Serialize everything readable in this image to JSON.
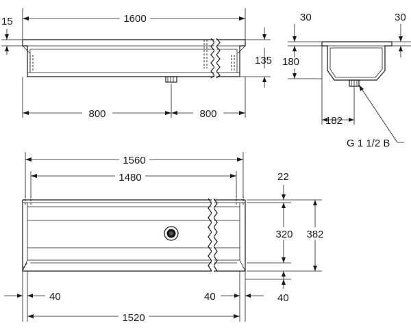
{
  "front_view": {
    "width_overall": "1600",
    "rim_thickness": "15",
    "depth": "135",
    "left_half": "800",
    "right_half": "800"
  },
  "side_view": {
    "rim_left": "30",
    "rim_right": "30",
    "height": "180",
    "drain_offset": "182",
    "drain_label": "G 1 1/2 B"
  },
  "plan_view": {
    "width_outer": "1560",
    "width_inner": "1480",
    "width_base": "1520",
    "margin_left": "40",
    "margin_right": "40",
    "rim_back": "22",
    "inner_depth": "320",
    "overall_depth": "382",
    "rim_front": "40"
  }
}
